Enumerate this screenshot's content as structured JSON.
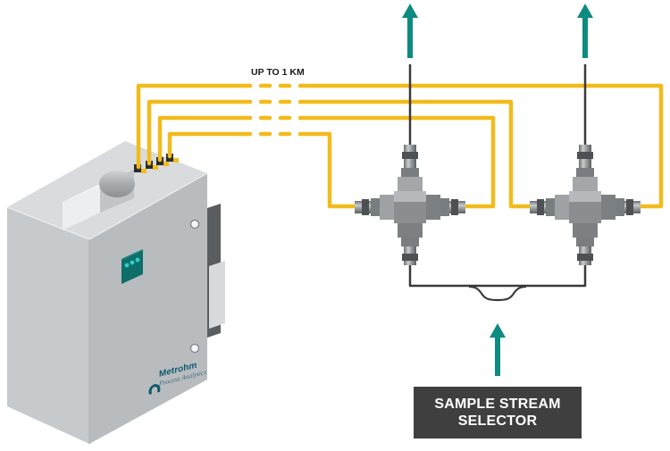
{
  "diagram": {
    "distance_label": "UP TO 1 KM",
    "selector_label_line1": "SAMPLE STREAM",
    "selector_label_line2": "SELECTOR",
    "brand_name": "Metrohm",
    "brand_sub": "Process Analytics"
  },
  "colors": {
    "sample_line": "#f2bb1c",
    "flow_arrow": "#0e8b80",
    "cable": "#3a3a3a",
    "selector_box": "#3f3f3f",
    "cabinet_front": "#e2e4e5",
    "cabinet_side": "#b9bcbe",
    "cabinet_top": "#d3d5d7",
    "display_panel": "#0e6e6a",
    "display_led": "#2fd0c8"
  },
  "icons": {
    "brand_logo": "metrohm-omega-logo",
    "valve": "cross-fitting-valve",
    "arrow": "up-arrow"
  }
}
